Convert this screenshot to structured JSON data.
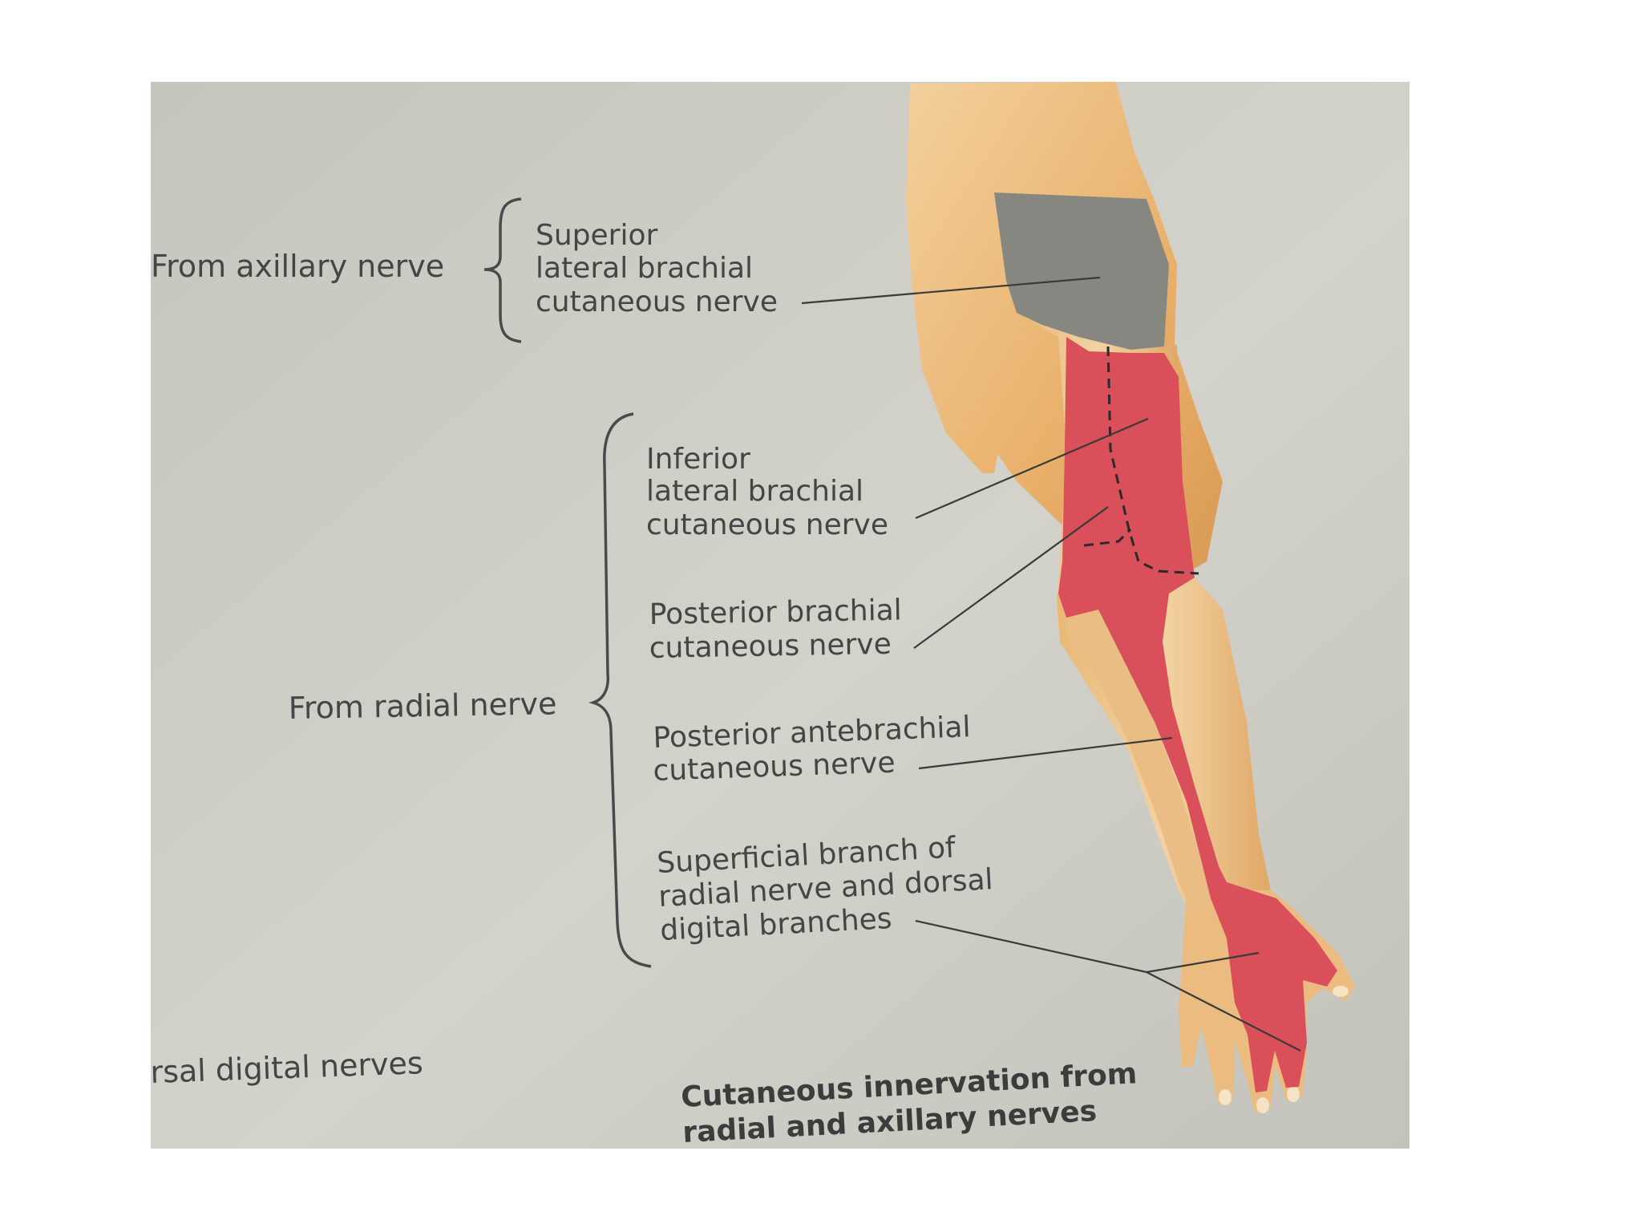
{
  "labels": {
    "from_axillary": "From axillary nerve",
    "from_radial": "From radial nerve",
    "dorsal_digital": "rsal digital nerves",
    "superior": [
      "Superior",
      "lateral brachial",
      "cutaneous nerve"
    ],
    "inferior": [
      "Inferior",
      "lateral brachial",
      "cutaneous nerve"
    ],
    "posterior_brachial": [
      "Posterior brachial",
      "cutaneous nerve"
    ],
    "posterior_antebrachial": [
      "Posterior antebrachial",
      "cutaneous nerve"
    ],
    "superficial_branch": [
      "Superficial branch of",
      "radial nerve and dorsal",
      "digital branches"
    ]
  },
  "caption": [
    "Cutaneous innervation from",
    "radial and axillary nerves"
  ],
  "colors": {
    "page": "#c9c9c1",
    "skin": "#ecc089",
    "skin_dark": "#d8a05c",
    "radial_region": "#d9505a",
    "axillary_region": "#878781",
    "ink": "#3f3f3f"
  }
}
